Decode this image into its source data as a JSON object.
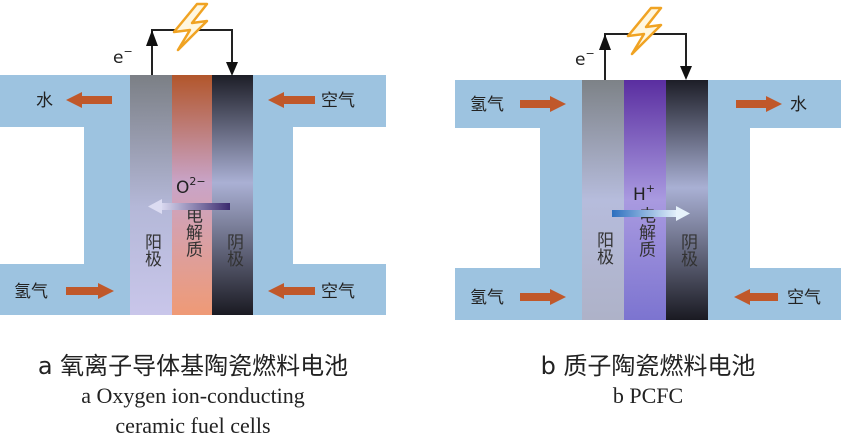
{
  "diagram_a": {
    "electron": "e",
    "electron_sup": "−",
    "outlet_top_left": "水",
    "inlet_top_right": "空气",
    "inlet_bottom_left": "氢气",
    "inlet_bottom_right": "空气",
    "ion": "O",
    "ion_sup": "2−",
    "layer_left": "阳极",
    "layer_middle": "电解质",
    "layer_right": "阴极",
    "caption_zh": "a  氧离子导体基陶瓷燃料电池",
    "caption_en_line1": "a  Oxygen ion-conducting",
    "caption_en_line2": "ceramic fuel cells"
  },
  "diagram_b": {
    "electron": "e",
    "electron_sup": "−",
    "inlet_top_left": "氢气",
    "outlet_top_right": "水",
    "inlet_bottom_left": "氢气",
    "inlet_bottom_right": "空气",
    "ion": "H",
    "ion_sup": "+",
    "layer_left": "阳极",
    "layer_middle": "电解质",
    "layer_right": "阴极",
    "caption_zh": "b  质子陶瓷燃料电池",
    "caption_en_line1": "b  PCFC"
  },
  "colors": {
    "channel": "#9dc3e0",
    "flow_arrow": "#c0582a",
    "bolt": "#f0a323"
  }
}
